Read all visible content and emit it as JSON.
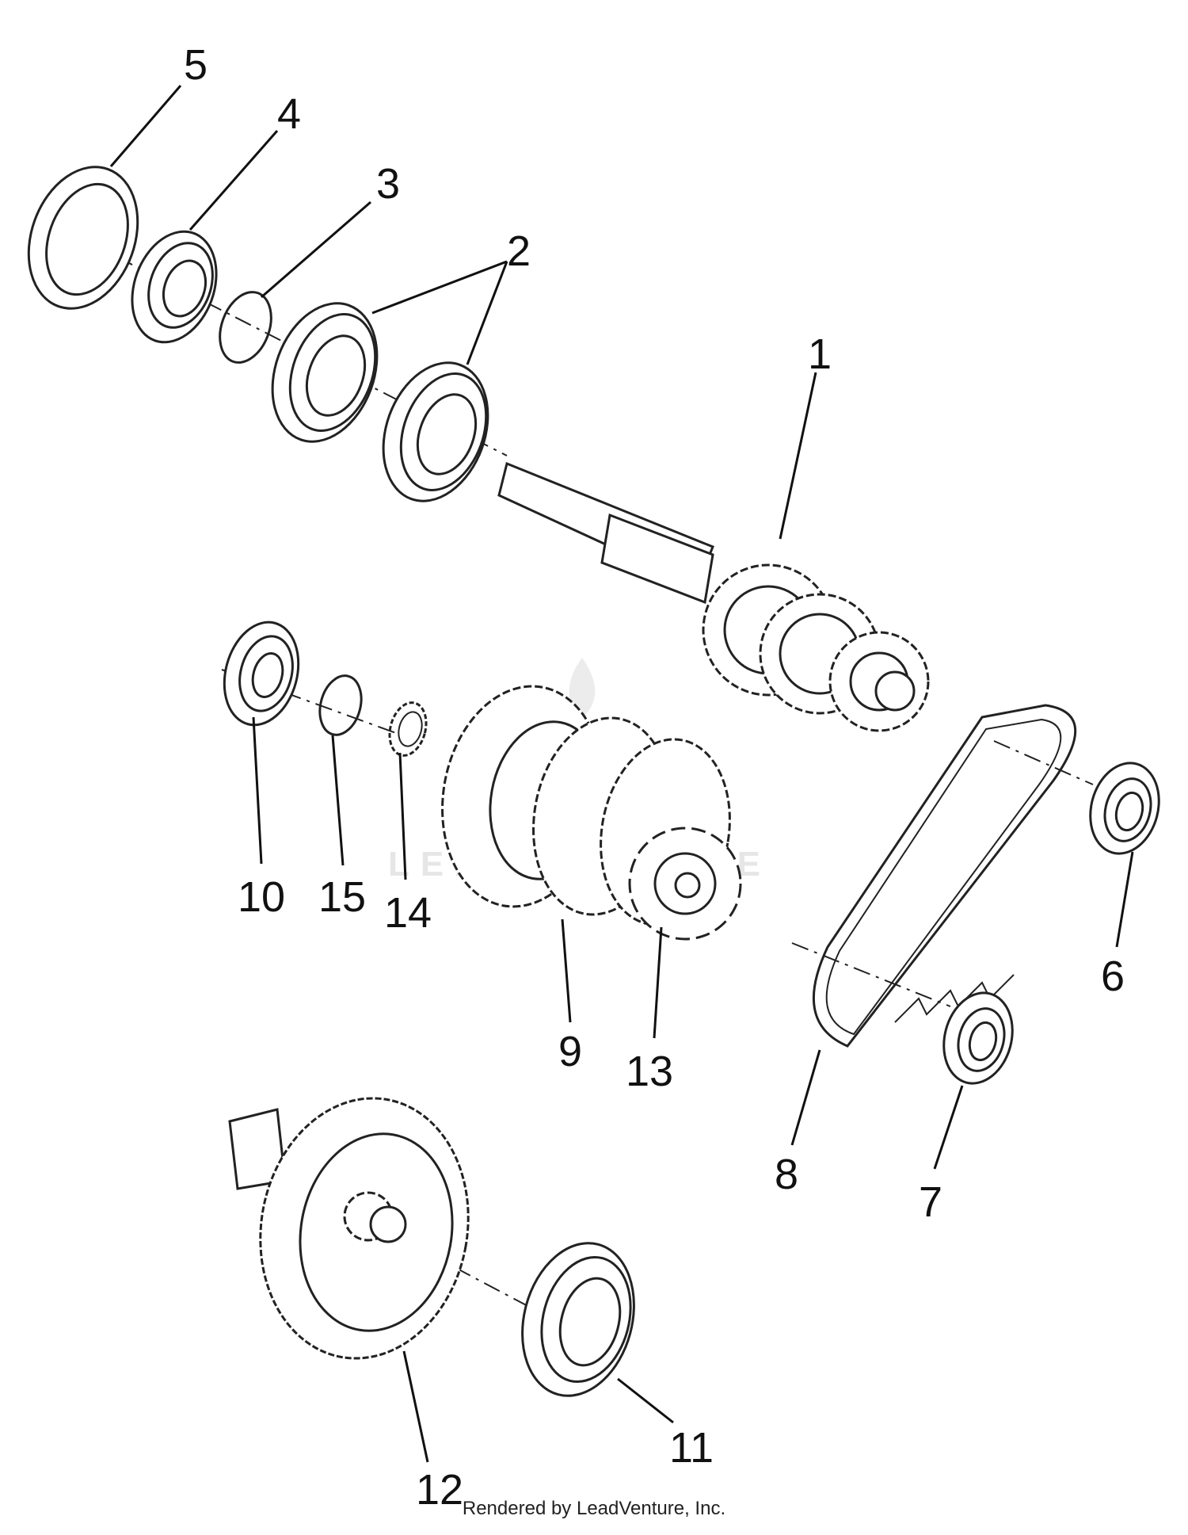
{
  "diagram": {
    "callouts": [
      "1",
      "2",
      "3",
      "4",
      "5",
      "6",
      "7",
      "8",
      "9",
      "10",
      "11",
      "12",
      "13",
      "14",
      "15"
    ],
    "watermark": "LEADVENTURE",
    "footer": "Rendered by LeadVenture, Inc."
  }
}
